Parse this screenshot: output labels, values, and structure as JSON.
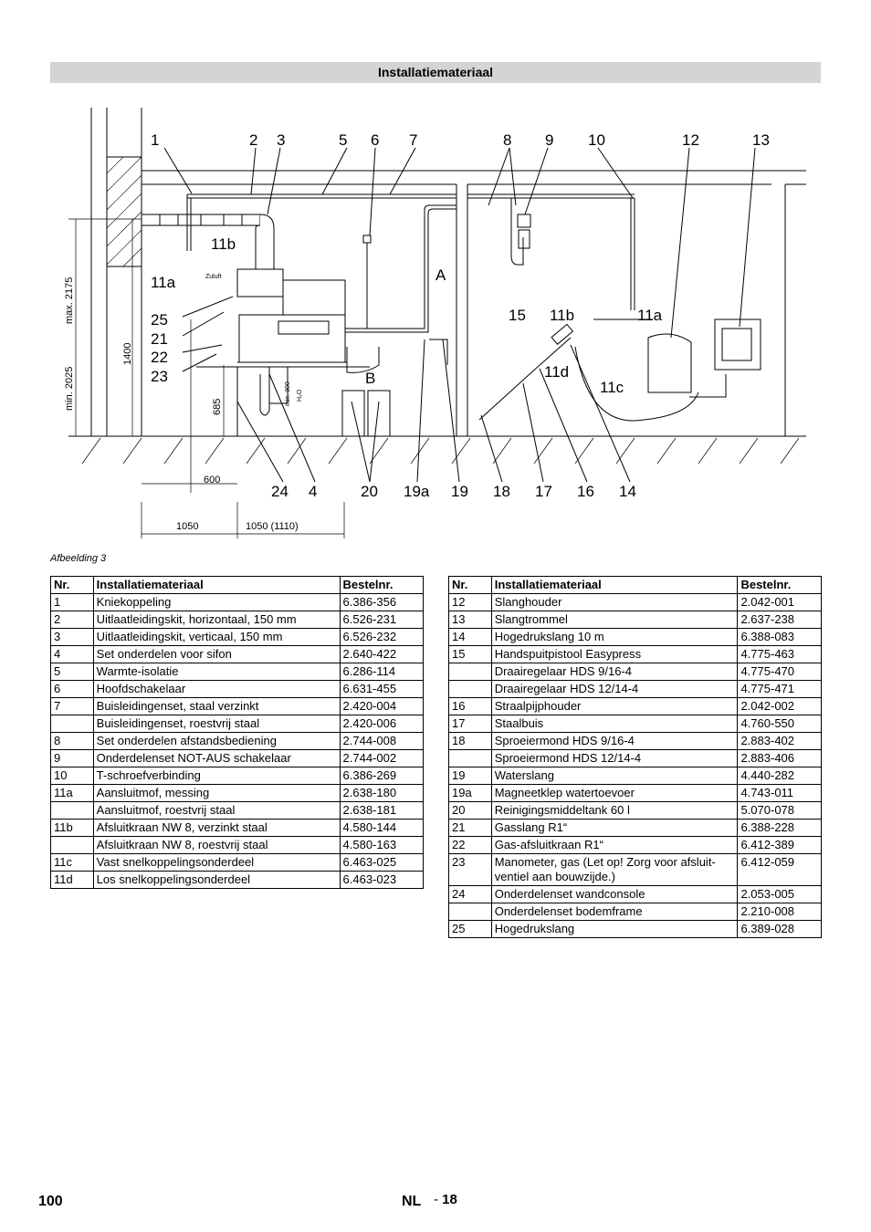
{
  "section_title": "Installatiemateriaal",
  "figure": {
    "callouts_top": [
      "1",
      "2",
      "3",
      "5",
      "6",
      "7",
      "8",
      "9",
      "10",
      "12",
      "13"
    ],
    "callouts_bottom": [
      "24",
      "4",
      "20",
      "19a",
      "19",
      "18",
      "17",
      "16",
      "14"
    ],
    "callouts_left": [
      "11b",
      "11a",
      "25",
      "21",
      "22",
      "23"
    ],
    "callouts_mid": [
      "A",
      "B",
      "15",
      "11b",
      "11a",
      "11d",
      "11c"
    ],
    "dimensions": {
      "max": "max. 2175",
      "min": "min. 2025",
      "h1400": "1400",
      "h685": "685",
      "w600": "600",
      "w1050": "1050",
      "w1050b": "1050 (1110)",
      "min300": "min. 300",
      "h2o": "H₂O",
      "zuluft": "Zuluft"
    },
    "caption": "Afbeelding 3"
  },
  "table_headers": {
    "nr": "Nr.",
    "desc": "Installatiemateriaal",
    "code": "Bestelnr."
  },
  "left_table": [
    [
      "1",
      "Kniekoppeling",
      "6.386-356"
    ],
    [
      "2",
      "Uitlaatleidingskit, horizontaal, 150 mm",
      "6.526-231"
    ],
    [
      "3",
      "Uitlaatleidingskit, verticaal, 150 mm",
      "6.526-232"
    ],
    [
      "4",
      "Set onderdelen voor sifon",
      "2.640-422"
    ],
    [
      "5",
      "Warmte-isolatie",
      "6.286-114"
    ],
    [
      "6",
      "Hoofdschakelaar",
      "6.631-455"
    ],
    [
      "7",
      "Buisleidingenset, staal verzinkt",
      "2.420-004"
    ],
    [
      "",
      "Buisleidingenset, roestvrij staal",
      "2.420-006"
    ],
    [
      "8",
      "Set onderdelen afstandsbediening",
      "2.744-008"
    ],
    [
      "9",
      "Onderdelenset NOT-AUS schakelaar",
      "2.744-002"
    ],
    [
      "10",
      "T-schroefverbinding",
      "6.386-269"
    ],
    [
      "11a",
      "Aansluitmof, messing",
      "2.638-180"
    ],
    [
      "",
      "Aansluitmof, roestvrij staal",
      "2.638-181"
    ],
    [
      "11b",
      "Afsluitkraan NW 8, verzinkt staal",
      "4.580-144"
    ],
    [
      "",
      "Afsluitkraan NW 8, roestvrij staal",
      "4.580-163"
    ],
    [
      "11c",
      "Vast snelkoppelingsonderdeel",
      "6.463-025"
    ],
    [
      "11d",
      "Los snelkoppelingsonderdeel",
      "6.463-023"
    ]
  ],
  "right_table": [
    [
      "12",
      "Slanghouder",
      "2.042-001"
    ],
    [
      "13",
      "Slangtrommel",
      "2.637-238"
    ],
    [
      "14",
      "Hogedrukslang 10 m",
      "6.388-083"
    ],
    [
      "15",
      "Handspuitpistool Easypress",
      "4.775-463"
    ],
    [
      "",
      "Draairegelaar HDS 9/16-4",
      "4.775-470"
    ],
    [
      "",
      "Draairegelaar HDS 12/14-4",
      "4.775-471"
    ],
    [
      "16",
      "Straalpijphouder",
      "2.042-002"
    ],
    [
      "17",
      "Staalbuis",
      "4.760-550"
    ],
    [
      "18",
      "Sproeiermond HDS 9/16-4",
      "2.883-402"
    ],
    [
      "",
      "Sproeiermond HDS 12/14-4",
      "2.883-406"
    ],
    [
      "19",
      "Waterslang",
      "4.440-282"
    ],
    [
      "19a",
      "Magneetklep watertoevoer",
      "4.743-011"
    ],
    [
      "20",
      "Reinigingsmiddeltank 60 l",
      "5.070-078"
    ],
    [
      "21",
      "Gasslang R1“",
      "6.388-228"
    ],
    [
      "22",
      "Gas-afsluitkraan R1“",
      "6.412-389"
    ],
    [
      "23",
      "Manometer, gas (Let op! Zorg voor afsluit-ventiel aan bouwzijde.)",
      "6.412-059"
    ],
    [
      "24",
      "Onderdelenset wandconsole",
      "2.053-005"
    ],
    [
      "",
      "Onderdelenset bodemframe",
      "2.210-008"
    ],
    [
      "25",
      "Hogedrukslang",
      "6.389-028"
    ]
  ],
  "footer": {
    "page_number": "100",
    "language": "NL",
    "sub_page_prefix": "- ",
    "sub_page": "18"
  }
}
